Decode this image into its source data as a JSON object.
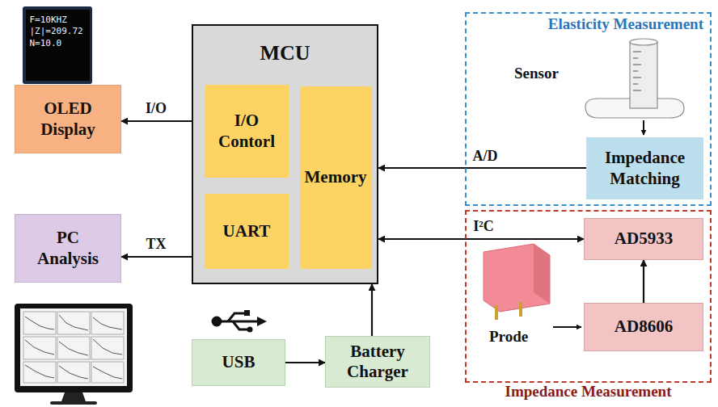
{
  "diagram": {
    "nodes": [
      {
        "text": [
          "F=10KHZ",
          "|Z|=209.72",
          "N=10.0"
        ]
      },
      {
        "text": [
          "MCU"
        ]
      },
      {
        "text": [
          "I/O Contorl"
        ],
        "in": 1
      },
      {
        "text": [
          "Memory"
        ],
        "in": 1
      },
      {
        "text": [
          "UART"
        ],
        "in": 1
      },
      {
        "text": [
          "Elasticity Measurement"
        ]
      },
      {
        "text": [
          "Impedance Matching"
        ],
        "in": 5
      },
      {
        "text": [
          "OLED Display"
        ]
      },
      {
        "text": [
          "PC Analysis"
        ]
      },
      {
        "text": [
          "Impedance Measurement"
        ]
      },
      {
        "text": [
          "AD5933"
        ],
        "in": 9
      },
      {
        "text": [
          "AD8606"
        ],
        "in": 9
      },
      {
        "text": [
          "USB"
        ]
      },
      {
        "text": [
          "Battery Charger"
        ]
      }
    ],
    "edges": [
      {
        "from": 1,
        "to": 7,
        "arrow": "to",
        "label": "I/O"
      },
      {
        "from": 1,
        "to": 8,
        "arrow": "to",
        "label": "TX"
      },
      {
        "from": 6,
        "to": 1,
        "arrow": "to",
        "label": "A/D"
      },
      {
        "from": 1,
        "to": 10,
        "arrow": "both",
        "label": "I²C"
      },
      {
        "from": 11,
        "to": 10,
        "arrow": "to"
      },
      {
        "from": 12,
        "to": 13,
        "arrow": "to"
      },
      {
        "from": 13,
        "to": 1,
        "arrow": "to"
      }
    ],
    "labels": [
      "Sensor",
      "Prode"
    ]
  }
}
